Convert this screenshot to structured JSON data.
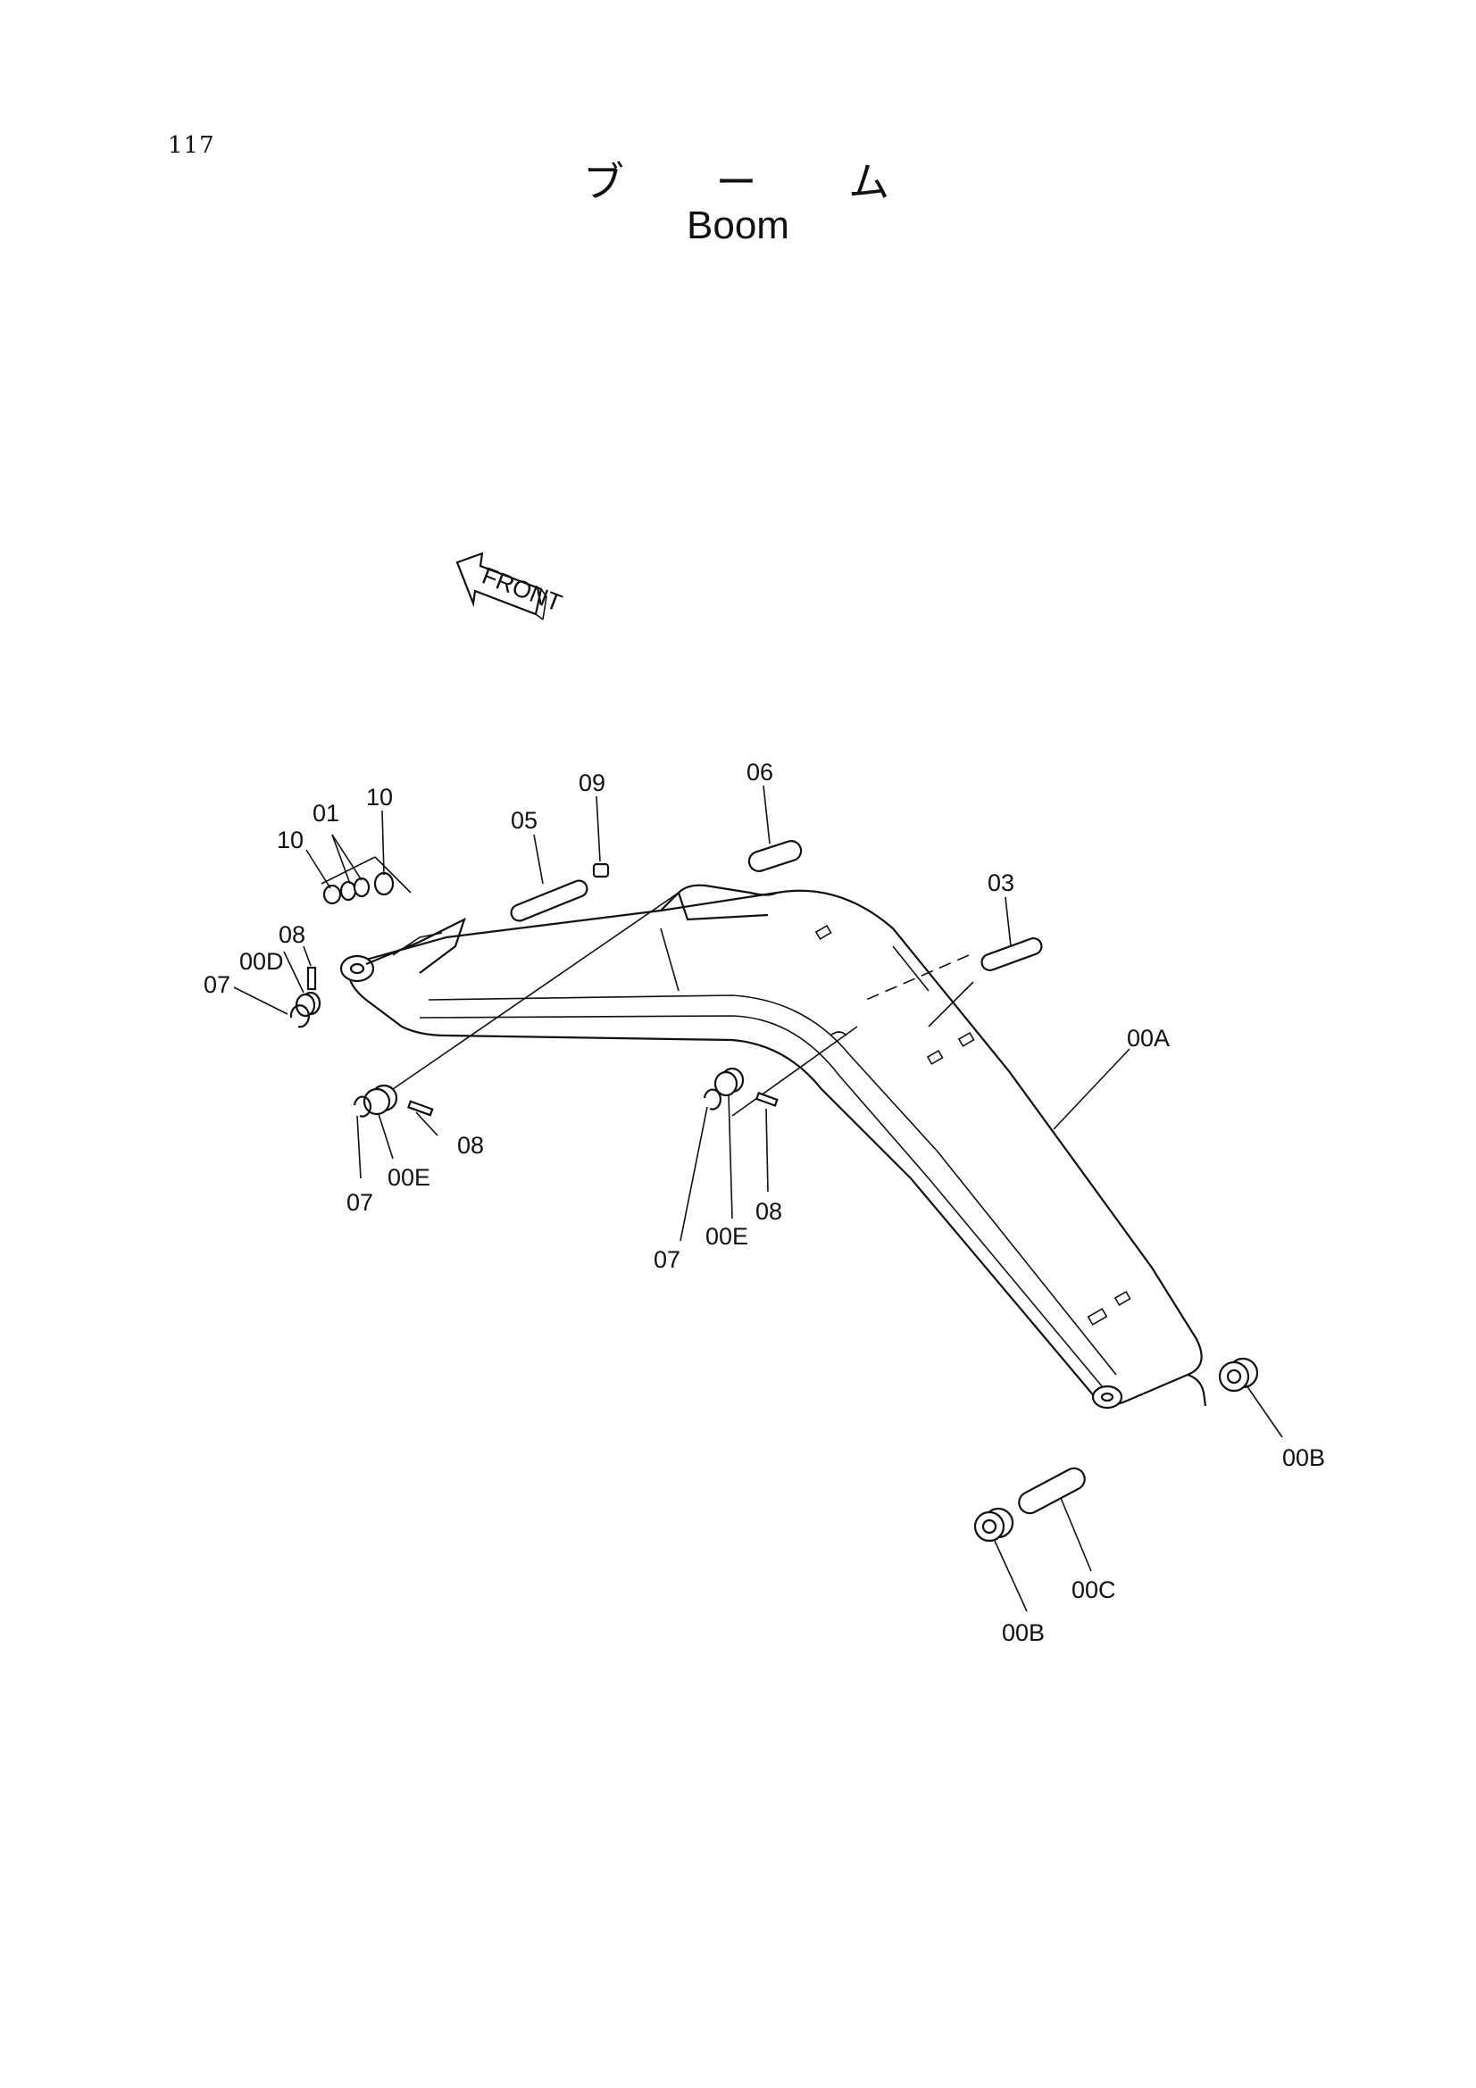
{
  "page_number": "117",
  "title_japanese": "ブ ー ム",
  "title_english": "Boom",
  "front_marker": "FRONT",
  "callouts": {
    "c10a": "10",
    "c01": "01",
    "c10b": "10",
    "c05": "05",
    "c09": "09",
    "c06": "06",
    "c03": "03",
    "c08a": "08",
    "c00d": "00D",
    "c07a": "07",
    "c08b": "08",
    "c00e_a": "00E",
    "c07b": "07",
    "c07c": "07",
    "c00e_b": "00E",
    "c08c": "08",
    "c00a": "00A",
    "c00b_a": "00B",
    "c00c": "00C",
    "c00b_b": "00B"
  }
}
